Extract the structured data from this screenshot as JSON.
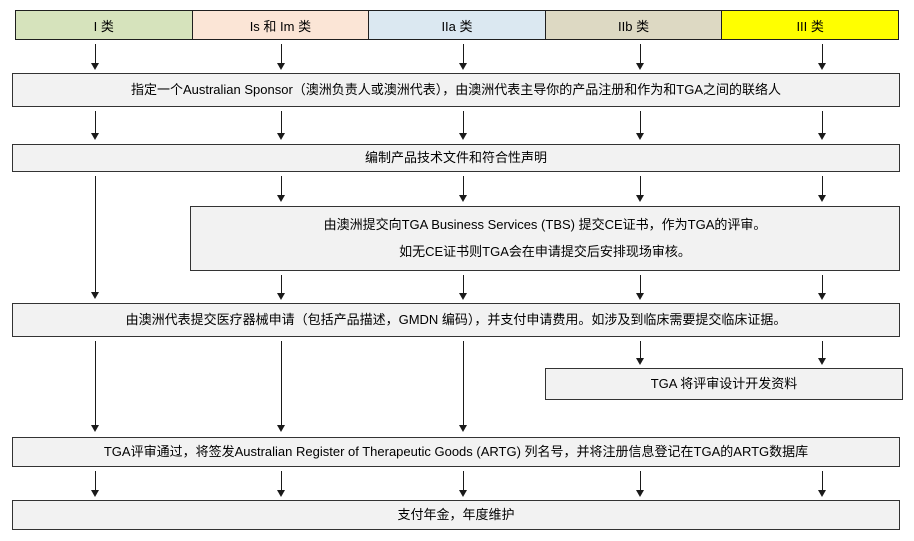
{
  "diagram": {
    "title": "TGA medical device registration flowchart",
    "device_classes": [
      {
        "label": "I 类",
        "color": "#d6e3bc"
      },
      {
        "label": "Is 和 Im 类",
        "color": "#fbe5d6"
      },
      {
        "label": "IIa 类",
        "color": "#dbe8f1"
      },
      {
        "label": "IIb 类",
        "color": "#ddd9c3"
      },
      {
        "label": "III 类",
        "color": "#ffff00"
      }
    ],
    "steps": {
      "sponsor": "指定一个Australian Sponsor（澳洲负责人或澳洲代表），由澳洲代表主导你的产品注册和作为和TGA之间的联络人",
      "tech_file": "编制产品技术文件和符合性声明",
      "ce_review_line1": "由澳洲提交向TGA Business Services (TBS) 提交CE证书，作为TGA的评审。",
      "ce_review_line2": "如无CE证书则TGA会在申请提交后安排现场审核。",
      "application": "由澳洲代表提交医疗器械申请（包括产品描述，GMDN 编码），并支付申请费用。如涉及到临床需要提交临床证据。",
      "design_review": "TGA 将评审设计开发资料",
      "artg_listing": "TGA评审通过，将签发Australian Register of Therapeutic Goods (ARTG) 列名号，并将注册信息登记在TGA的ARTG数据库",
      "annual_fee": "支付年金，年度维护"
    },
    "colors": {
      "box_fill": "#f2f2f2",
      "box_border": "#333333",
      "arrow": "#1a1a1a"
    }
  }
}
